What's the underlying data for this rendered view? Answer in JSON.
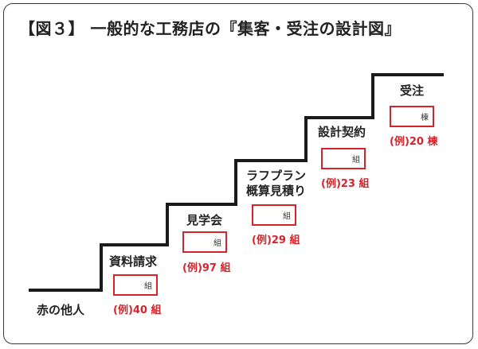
{
  "title": "【図３】 一般的な工務店の『集客・受注の設計図』",
  "steps": [
    {
      "label": "赤の他人"
    },
    {
      "label": "資料請求",
      "unit": "組",
      "example": "(例)40 組"
    },
    {
      "label": "見学会",
      "unit": "組",
      "example": "(例)97 組"
    },
    {
      "label_line1": "ラフプラン",
      "label_line2": "概算見積り",
      "unit": "組",
      "example": "(例)29 組"
    },
    {
      "label": "設計契約",
      "unit": "組",
      "example": "(例)23 組"
    },
    {
      "label": "受注",
      "unit": "棟",
      "example": "(例)20 棟"
    }
  ],
  "colors": {
    "accent": "#d9232a",
    "line": "#1a1a1a",
    "text": "#222222"
  }
}
